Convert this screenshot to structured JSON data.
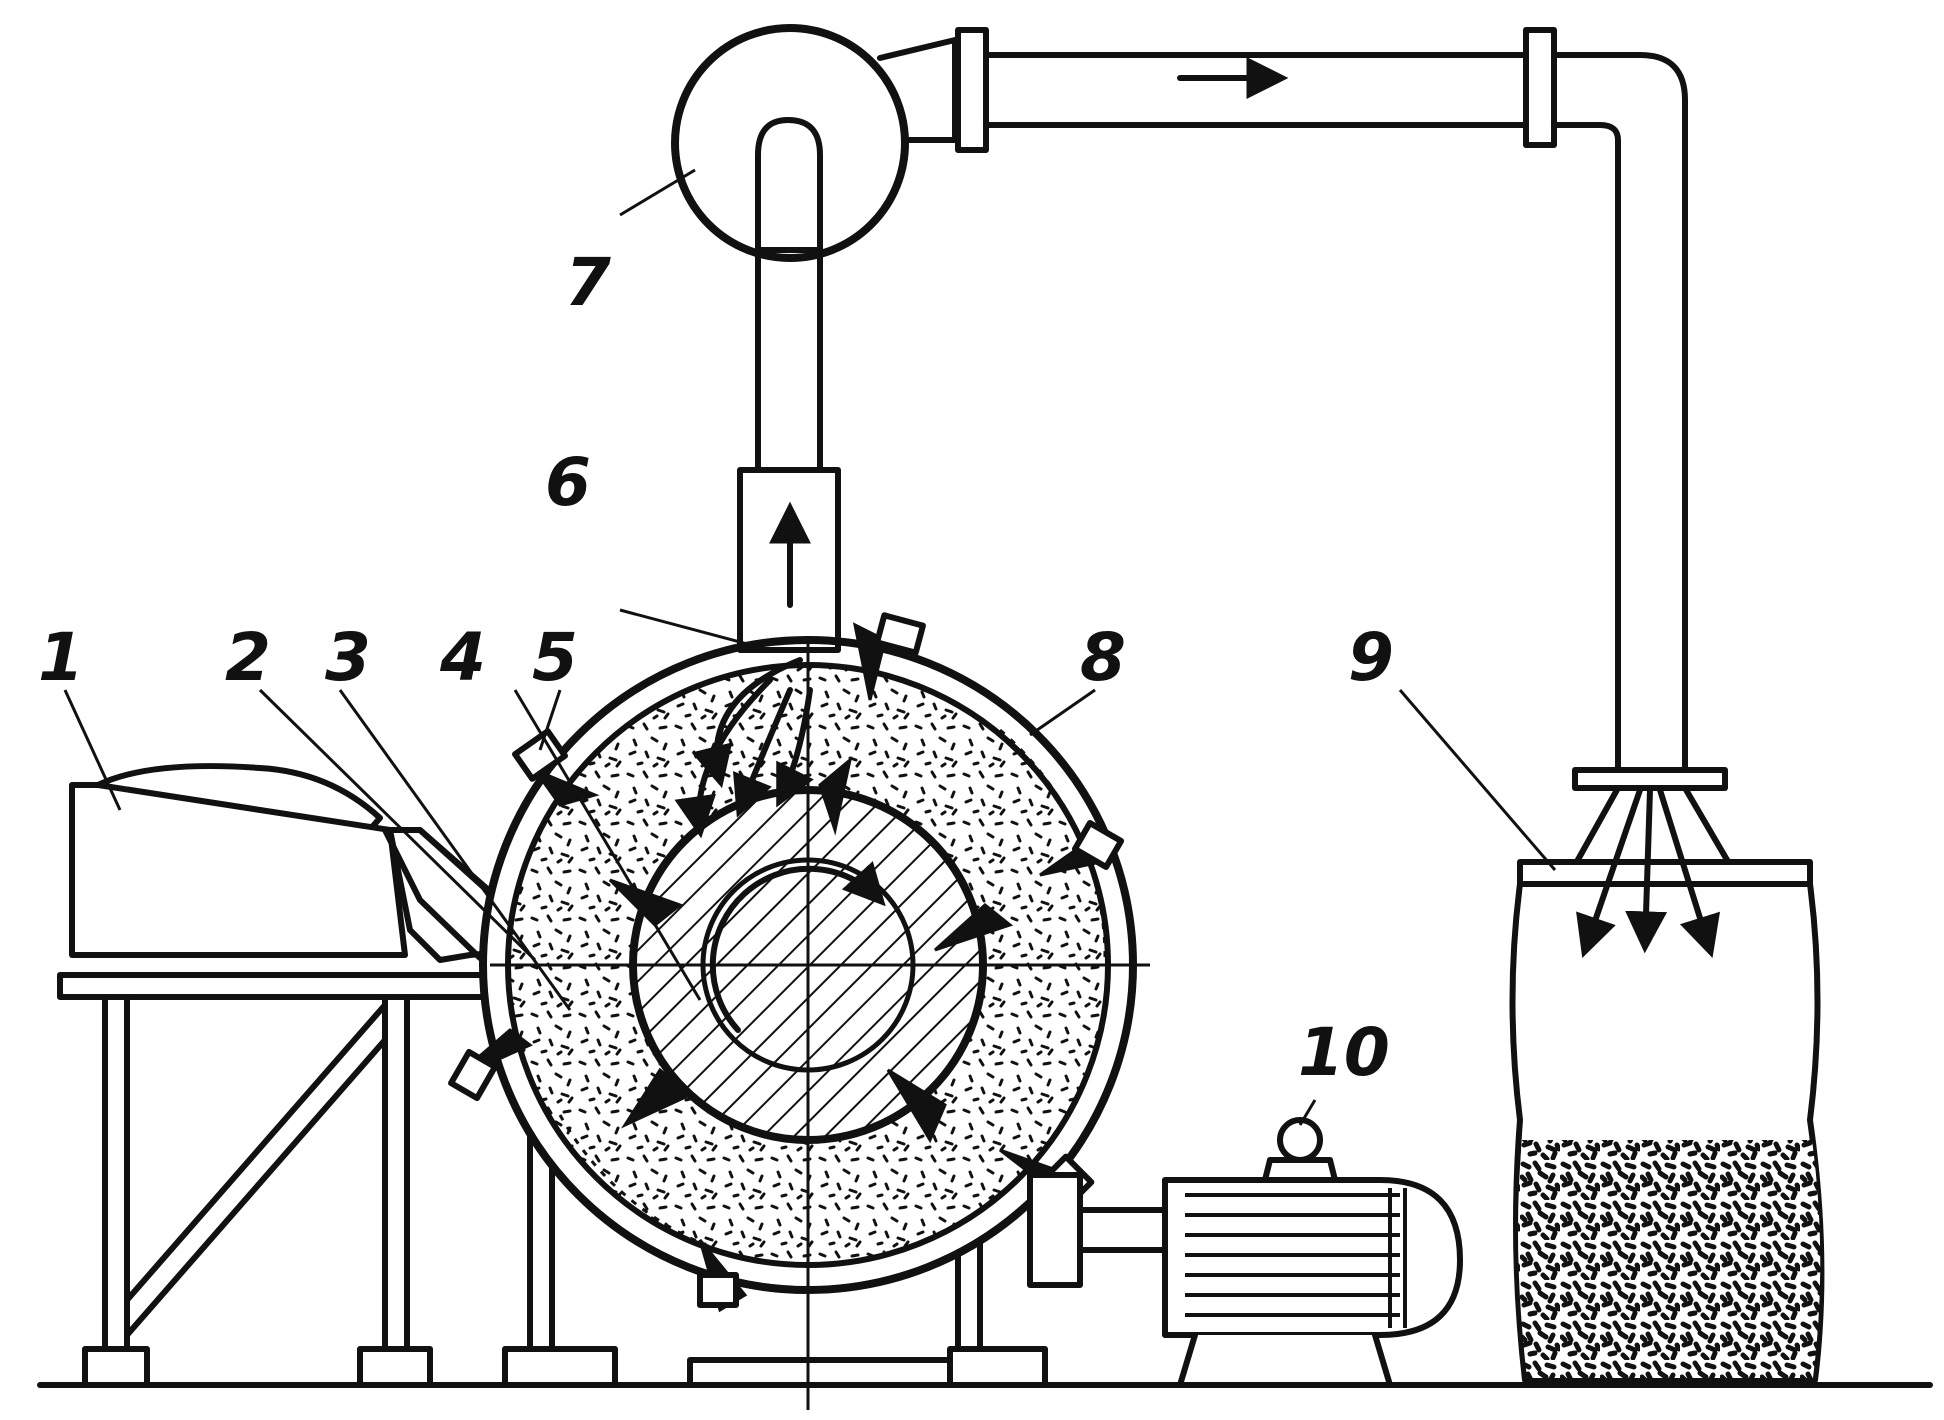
{
  "labels": {
    "hopper": "1",
    "chute": "2",
    "inlet": "3",
    "rotor": "4",
    "blades": "5",
    "outlet": "6",
    "fan": "7",
    "casing": "8",
    "collector_bag": "9",
    "motor": "10"
  },
  "colors": {
    "ink": "#111111",
    "paper": "#ffffff"
  }
}
